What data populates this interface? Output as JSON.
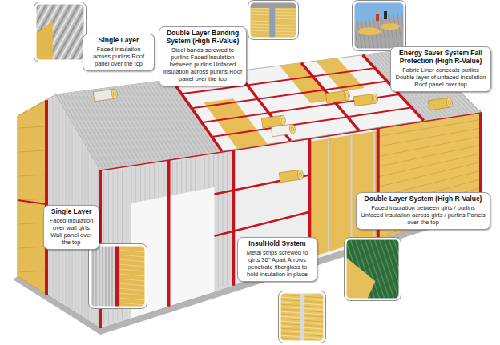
{
  "diagram": {
    "nodes": [
      {
        "text": [
          "Single Layer",
          "Faced insulation across purlins Roof panel over the top"
        ]
      },
      {
        "text": [
          "Double Layer Banding System (High R-Value)",
          "Steel bands screwed to purlins Faced insulation between purlins Unfaced insulation across purlins Roof panel over the top"
        ]
      },
      {
        "text": [
          "Energy Saver System Fall Protection (High R-Value)",
          "Fabric Liner conceals purlins Double layer of unfaced insulation Roof panel over top"
        ]
      },
      {
        "text": [
          "Single Layer",
          "Faced insulation over wall girts Wall panel over the top"
        ]
      },
      {
        "text": [
          "InsulHold System",
          "Metal strips screwed to girts 36\" Apart Arrows penetrate fiberglass to hold insulation in place"
        ]
      },
      {
        "text": [
          "Double Layer System (High R-Value)",
          "Faced insulation between girts / purlins Unfaced insulation across girts / purlins Panels over the top"
        ]
      }
    ]
  }
}
